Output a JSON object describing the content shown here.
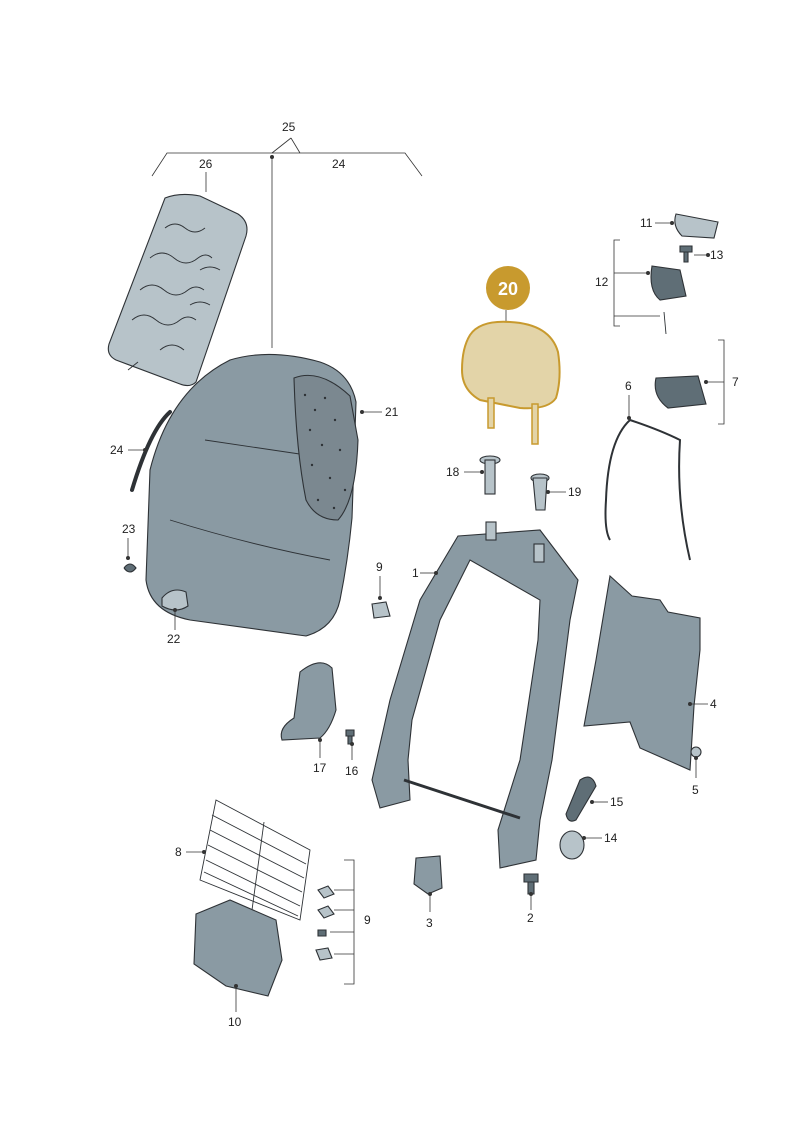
{
  "callouts": {
    "c1": "1",
    "c2": "2",
    "c3": "3",
    "c4": "4",
    "c5": "5",
    "c6": "6",
    "c7": "7",
    "c8": "8",
    "c9a": "9",
    "c9b": "9",
    "c10": "10",
    "c11": "11",
    "c12": "12",
    "c13": "13",
    "c14": "14",
    "c15": "15",
    "c16": "16",
    "c17": "17",
    "c18": "18",
    "c19": "19",
    "c21": "21",
    "c22": "22",
    "c23": "23",
    "c24a": "24",
    "c24b": "24",
    "c25": "25",
    "c26": "26"
  },
  "highlight": {
    "label": "20",
    "color": "#c89a2e",
    "part_fill": "#e3d4a8"
  },
  "colors": {
    "part": "#8a9aa3",
    "part_dark": "#5f6e76",
    "outline": "#2e3236"
  }
}
